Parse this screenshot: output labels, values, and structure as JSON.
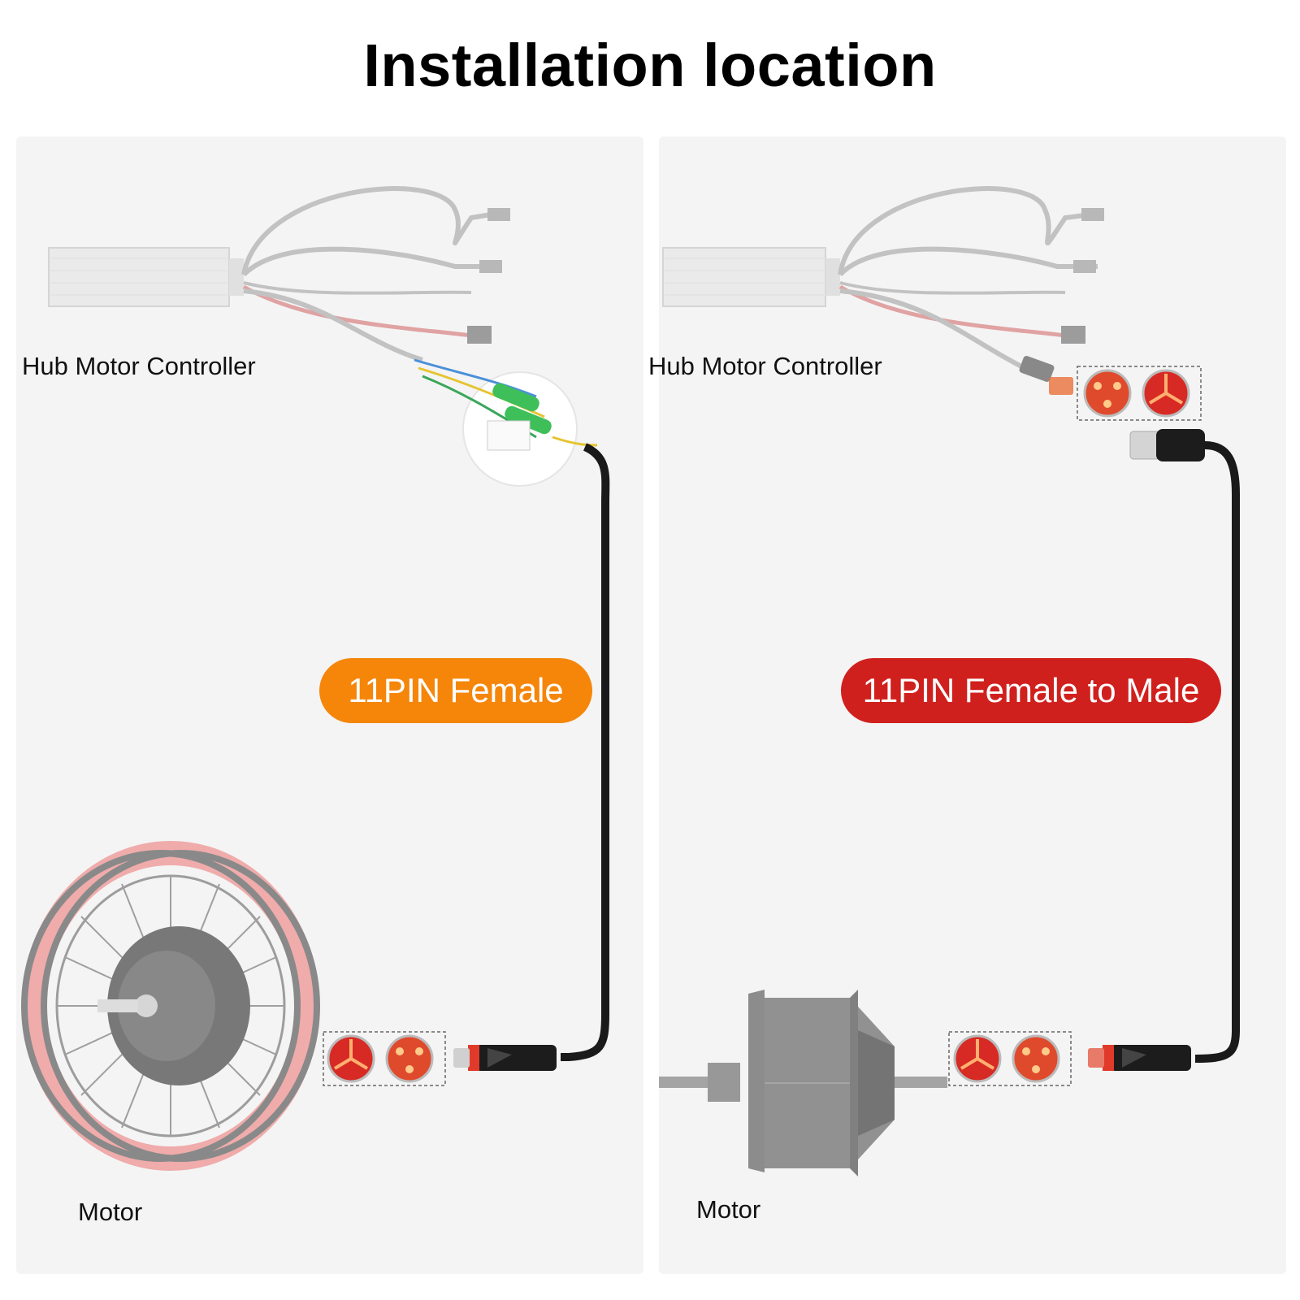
{
  "title": "Installation location",
  "panels": [
    {
      "controller_label": "Hub Motor Controller",
      "motor_label": "Motor",
      "cable_label": "11PIN Female",
      "cable_color": "#f5860a"
    },
    {
      "controller_label": "Hub Motor Controller",
      "motor_label": "Motor",
      "cable_label": "11PIN Female to Male",
      "cable_color": "#d0201d"
    }
  ]
}
